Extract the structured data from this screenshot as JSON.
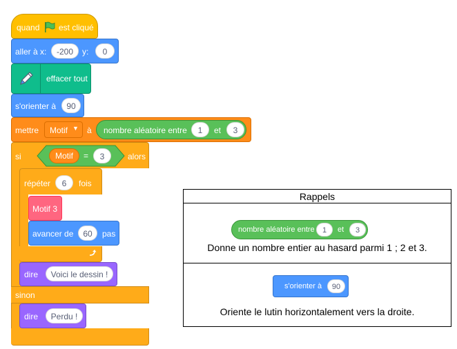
{
  "script": {
    "hat": {
      "text_before": "quand",
      "icon": "green-flag-icon",
      "text_after": "est cliqué"
    },
    "goto": {
      "label": "aller à x:",
      "x": "-200",
      "y_label": "y:",
      "y": "0"
    },
    "clear": {
      "label": "effacer tout",
      "icon": "pen-icon"
    },
    "point": {
      "label": "s'orienter à",
      "value": "90"
    },
    "setvar": {
      "label": "mettre",
      "var": "Motif",
      "to": "à",
      "random": {
        "label": "nombre aléatoire entre",
        "from": "1",
        "and": "et",
        "to": "3"
      }
    },
    "if": {
      "label": "si",
      "var": "Motif",
      "eq": "=",
      "value": "3",
      "then": "alors"
    },
    "repeat": {
      "label": "répéter",
      "count": "6",
      "times": "fois"
    },
    "custom": {
      "label": "Motif 3"
    },
    "move": {
      "label": "avancer de",
      "value": "60",
      "unit": "pas"
    },
    "say1": {
      "label": "dire",
      "text": "Voici le dessin !"
    },
    "else": {
      "label": "sinon"
    },
    "say2": {
      "label": "dire",
      "text": "Perdu !"
    }
  },
  "rappels": {
    "title": "Rappels",
    "random_block": {
      "label": "nombre aléatoire entre",
      "from": "1",
      "and": "et",
      "to": "3"
    },
    "random_desc": "Donne un nombre entier au hasard parmi 1 ; 2 et 3.",
    "point_block": {
      "label": "s'orienter à",
      "value": "90"
    },
    "point_desc": "Oriente le lutin horizontalement vers la droite."
  },
  "colors": {
    "events": "#ffbf00",
    "motion": "#4c97ff",
    "pen": "#0fbd8c",
    "variables": "#ff8c1a",
    "operators": "#59c059",
    "control": "#ffab19",
    "looks": "#9966ff",
    "my_blocks": "#ff6680"
  }
}
